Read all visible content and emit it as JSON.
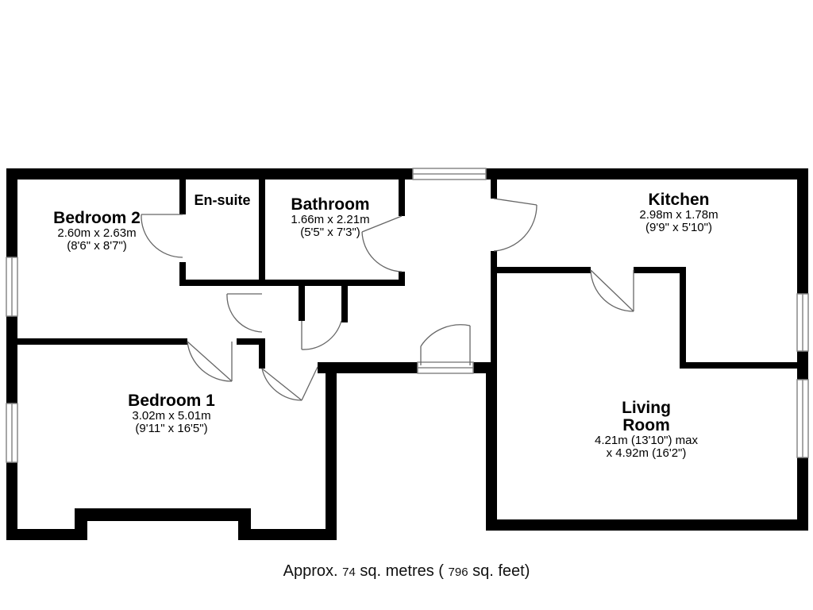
{
  "rooms": {
    "bedroom2": {
      "name": "Bedroom 2",
      "metric": "2.60m x 2.63m",
      "imperial": "(8'6\" x 8'7\")"
    },
    "ensuite": {
      "name": "En-suite"
    },
    "bathroom": {
      "name": "Bathroom",
      "metric": "1.66m x 2.21m",
      "imperial": "(5'5\" x 7'3\")"
    },
    "kitchen": {
      "name": "Kitchen",
      "metric": "2.98m x 1.78m",
      "imperial": "(9'9\" x 5'10\")"
    },
    "bedroom1": {
      "name": "Bedroom 1",
      "metric": "3.02m x 5.01m",
      "imperial": "(9'11\" x 16'5\")"
    },
    "living": {
      "name_line1": "Living",
      "name_line2": "Room",
      "dims_line1": "4.21m (13'10\") max",
      "dims_line2": "x 4.92m (16'2\")"
    }
  },
  "area": {
    "prefix": "Approx.",
    "sq_metres": "74",
    "metres_unit": "sq. metres (",
    "sq_feet": "796",
    "feet_unit": "sq. feet)"
  },
  "colors": {
    "wall": "#000000",
    "background": "#ffffff",
    "window": "#888888"
  }
}
